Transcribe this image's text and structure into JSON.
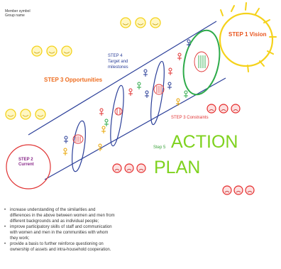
{
  "legend": {
    "line1": "Member symbol",
    "line2": "Group name"
  },
  "steps": {
    "vision": "STEP 1 Vision",
    "opportunities": "STEP 3 Opportunities",
    "target_line1": "STEP 4",
    "target_line2": "Target and",
    "target_line3": "milestones",
    "constraints": "STEP 3 Constraints",
    "current_line1": "STEP 2",
    "current_line2": "Current",
    "step5": "Step 5",
    "action": "ACTION",
    "plan": "PLAN"
  },
  "bullets": [
    "increase understanding of the similarities and",
    "differences in the above between women and men from",
    "different backgrounds and as individual people;",
    "improve participatory skills of staff and communication",
    "with women and men in the communities with whom",
    "they work;",
    "provide a basis to further reinforce questioning on",
    "ownership of assets and intra-household cooperation."
  ],
  "colors": {
    "sun": "#f5d21b",
    "happy_face": "#f4d21b",
    "sad_face": "#e52b2b",
    "tube": "#2b3f99",
    "current_circle": "#e03333",
    "vision_circle": "#2eab4a",
    "action_plan": "#7fd21f"
  },
  "icons": [
    "smiley-face-icon",
    "sad-face-icon",
    "person-figure-icon",
    "sun-icon",
    "tally-marks-icon"
  ]
}
